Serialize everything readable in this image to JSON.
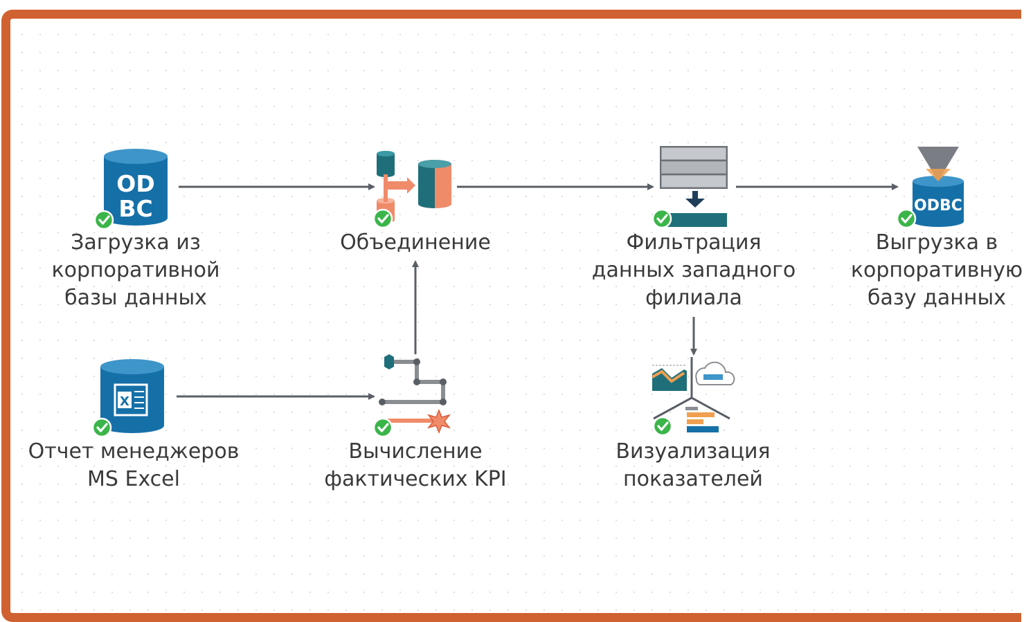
{
  "colors": {
    "frame": "#cf6230",
    "teal": "#1f6f7a",
    "salmon": "#f08b6a",
    "blue": "#1670a8",
    "connector": "#5a5f66",
    "success": "#3bb54a"
  },
  "nodes": {
    "odbc_source": {
      "icon": "odbc-database-icon",
      "icon_text_1": "OD",
      "icon_text_2": "BC",
      "label_lines": [
        "Загрузка из",
        "корпоративной",
        "базы данных"
      ],
      "status": "success"
    },
    "excel_source": {
      "icon": "excel-database-icon",
      "icon_text": "X",
      "label_lines": [
        "Отчет менеджеров",
        "MS Excel"
      ],
      "status": "success"
    },
    "join": {
      "icon": "join-icon",
      "label_lines": [
        "Объединение"
      ],
      "status": "success"
    },
    "kpi_calc": {
      "icon": "calculator-icon",
      "label_lines": [
        "Вычисление",
        "фактических KPI"
      ],
      "status": "success"
    },
    "filter": {
      "icon": "filter-icon",
      "label_lines": [
        "Фильтрация",
        "данных западного",
        "филиала"
      ],
      "status": "success"
    },
    "visualization": {
      "icon": "visualization-icon",
      "label_lines": [
        "Визуализация",
        "показателей"
      ],
      "status": "success"
    },
    "odbc_export": {
      "icon": "odbc-export-icon",
      "icon_text": "ODBC",
      "label_lines": [
        "Выгрузка в",
        "корпоративную",
        "базу данных"
      ],
      "status": "success"
    }
  }
}
